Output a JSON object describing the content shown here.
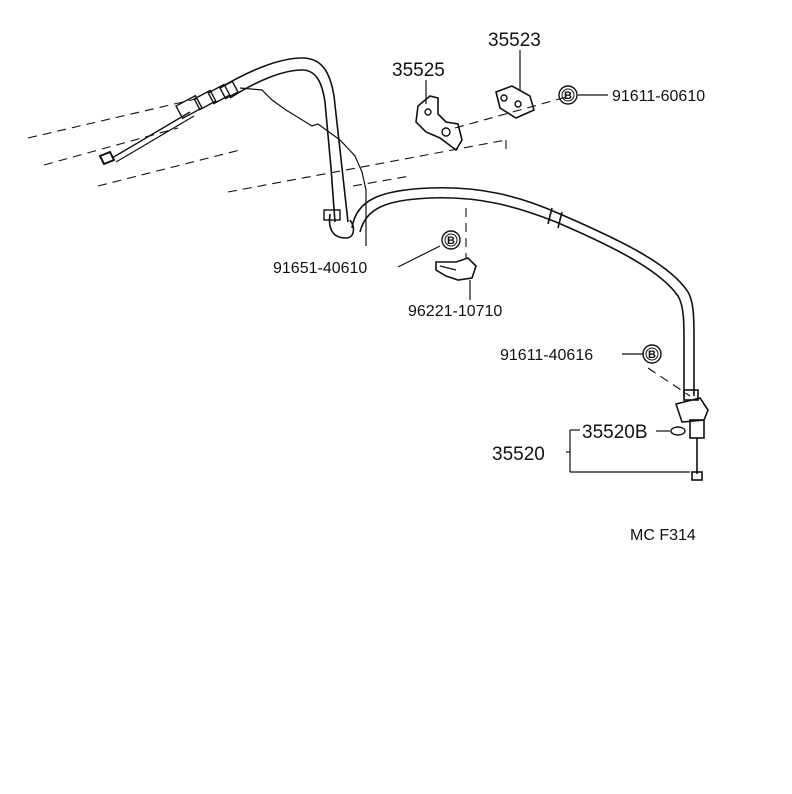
{
  "parts": {
    "p35523": "35523",
    "p35525": "35525",
    "p91611_60610": "91611-60610",
    "p91651_40610": "91651-40610",
    "p96221_10710": "96221-10710",
    "p91611_40616": "91611-40616",
    "p35520B": "35520B",
    "p35520": "35520"
  },
  "badge_letter": "B",
  "figure_code": "MC F314"
}
